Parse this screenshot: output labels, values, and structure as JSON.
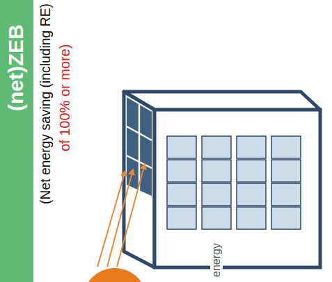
{
  "diagram": {
    "nodes": [
      {
        "text": [
          "(net)ZEB"
        ]
      }
    ],
    "labels": [
      "(Net energy saving (including RE)",
      "of 100% or more)",
      "energy"
    ]
  }
}
